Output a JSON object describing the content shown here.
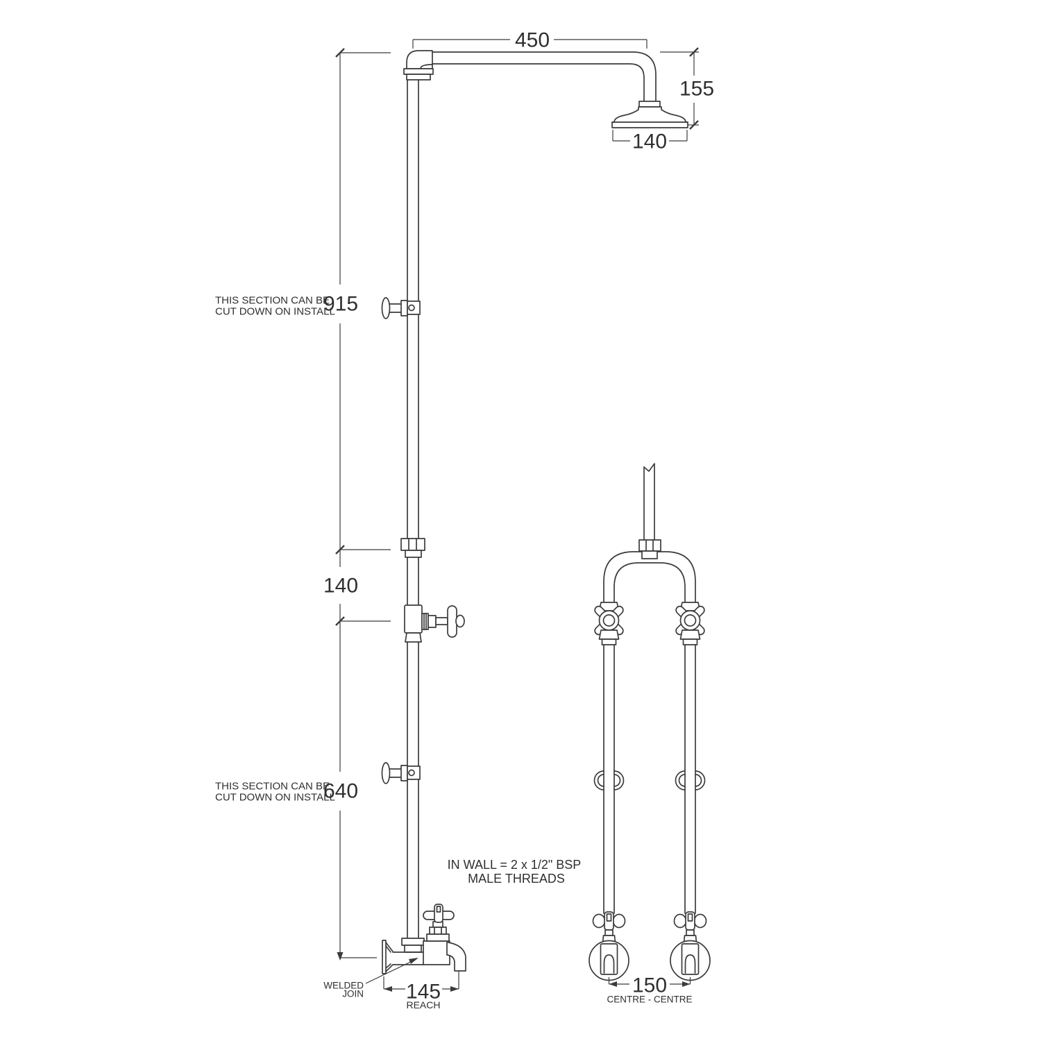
{
  "colors": {
    "line": "#3b3b3b",
    "text": "#2f2f2f",
    "background": "#ffffff"
  },
  "side_view": {
    "arm_length": "450",
    "head_drop": "155",
    "head_diameter": "140",
    "upper_section": "915",
    "spacer_section": "140",
    "lower_section": "640",
    "reach_value": "145",
    "reach_caption": "REACH",
    "upper_note_line1": "THIS SECTION CAN BE",
    "upper_note_line2": "CUT DOWN ON INSTALL",
    "lower_note_line1": "THIS SECTION CAN BE",
    "lower_note_line2": "CUT DOWN ON INSTALL",
    "welded_note_line1": "WELDED",
    "welded_note_line2": "JOIN"
  },
  "front_view": {
    "inwall_note_line1": "IN WALL = 2 x 1/2\" BSP",
    "inwall_note_line2": "MALE THREADS",
    "centres_value": "150",
    "centres_caption": "CENTRE - CENTRE"
  }
}
